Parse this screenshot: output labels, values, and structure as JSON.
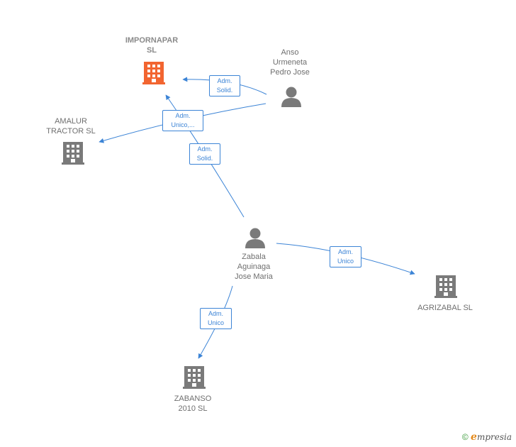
{
  "colors": {
    "edge": "#3c84d6",
    "company_main": "#f26530",
    "company": "#7a7a7a",
    "person": "#7a7a7a"
  },
  "nodes": {
    "impornapar": {
      "label": "IMPORNAPAR\nSL",
      "icon": "building-icon"
    },
    "amalur": {
      "label": "AMALUR\nTRACTOR  SL",
      "icon": "building-icon"
    },
    "anso": {
      "label": "Anso\nUrmeneta\nPedro Jose",
      "icon": "person-icon"
    },
    "zabala": {
      "label": "Zabala\nAguinaga\nJose Maria",
      "icon": "person-icon"
    },
    "agrizabal": {
      "label": "AGRIZABAL  SL",
      "icon": "building-icon"
    },
    "zabanso": {
      "label": "ZABANSO\n2010 SL",
      "icon": "building-icon"
    }
  },
  "edges": {
    "anso_impornapar": {
      "label": "Adm.\nSolid."
    },
    "anso_amalur": {
      "label": "Adm.\nUnico,..."
    },
    "zabala_impornapar": {
      "label": "Adm.\nSolid."
    },
    "zabala_agrizabal": {
      "label": "Adm.\nUnico"
    },
    "zabala_zabanso": {
      "label": "Adm.\nUnico"
    }
  },
  "footer": {
    "copyright": "©",
    "brand_initial": "e",
    "brand_rest": "mpresia"
  }
}
